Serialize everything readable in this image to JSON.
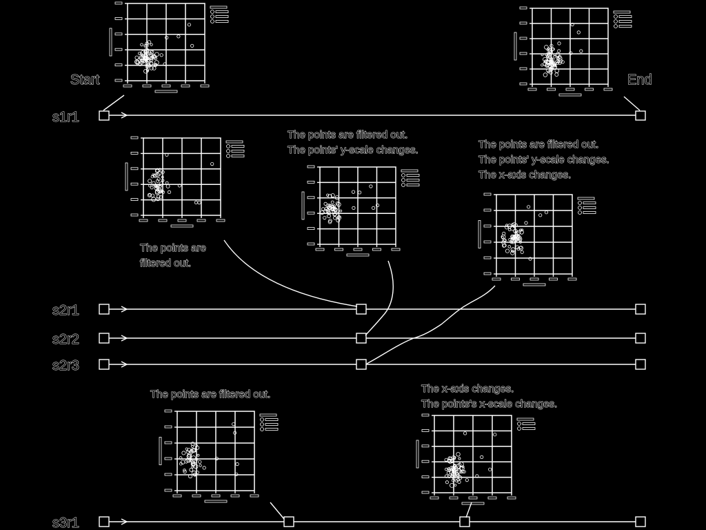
{
  "labels": {
    "start": "Start",
    "end": "End"
  },
  "rows": [
    {
      "id": "s1r1"
    },
    {
      "id": "s2r1"
    },
    {
      "id": "s2r2"
    },
    {
      "id": "s2r3"
    },
    {
      "id": "s3r1"
    }
  ],
  "notes": {
    "s2_left": [
      "The points are",
      "filtered out."
    ],
    "s2_mid": [
      "The points are filtered out.",
      "The points' y-scale changes."
    ],
    "s2_right": [
      "The points are filtered out.",
      "The points' y-scale changes.",
      "The x-axis changes."
    ],
    "s3_left": [
      "The points are filtered out."
    ],
    "s3_right": [
      "The x-axis changes.",
      "The points's x-scale changes."
    ]
  },
  "colors": {
    "background": "#000000",
    "stroke": "#ffffff"
  }
}
